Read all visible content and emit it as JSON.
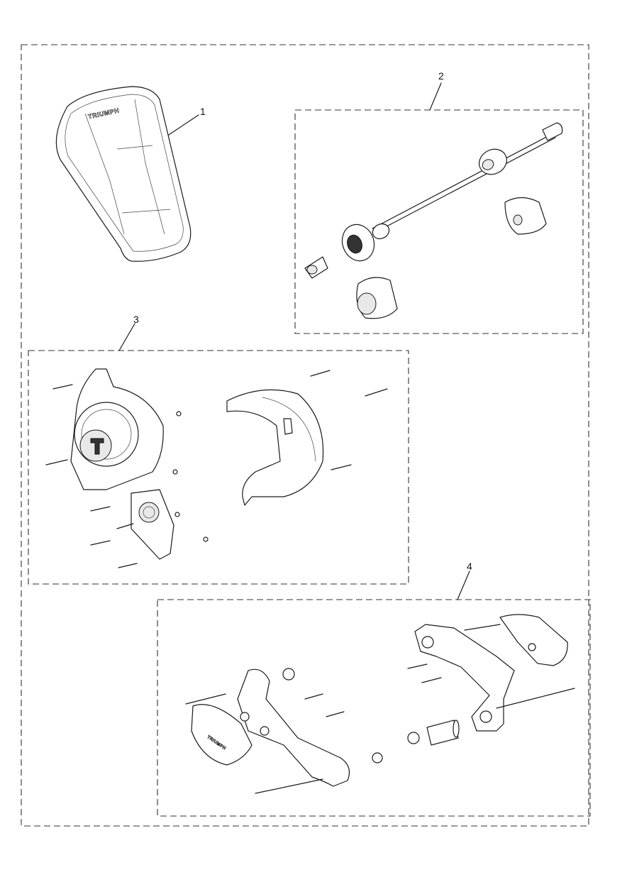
{
  "callouts": [
    {
      "id": "1",
      "label": "1"
    },
    {
      "id": "2",
      "label": "2"
    },
    {
      "id": "3",
      "label": "3"
    },
    {
      "id": "4",
      "label": "4"
    }
  ],
  "brand_text": "TRIUMPH"
}
